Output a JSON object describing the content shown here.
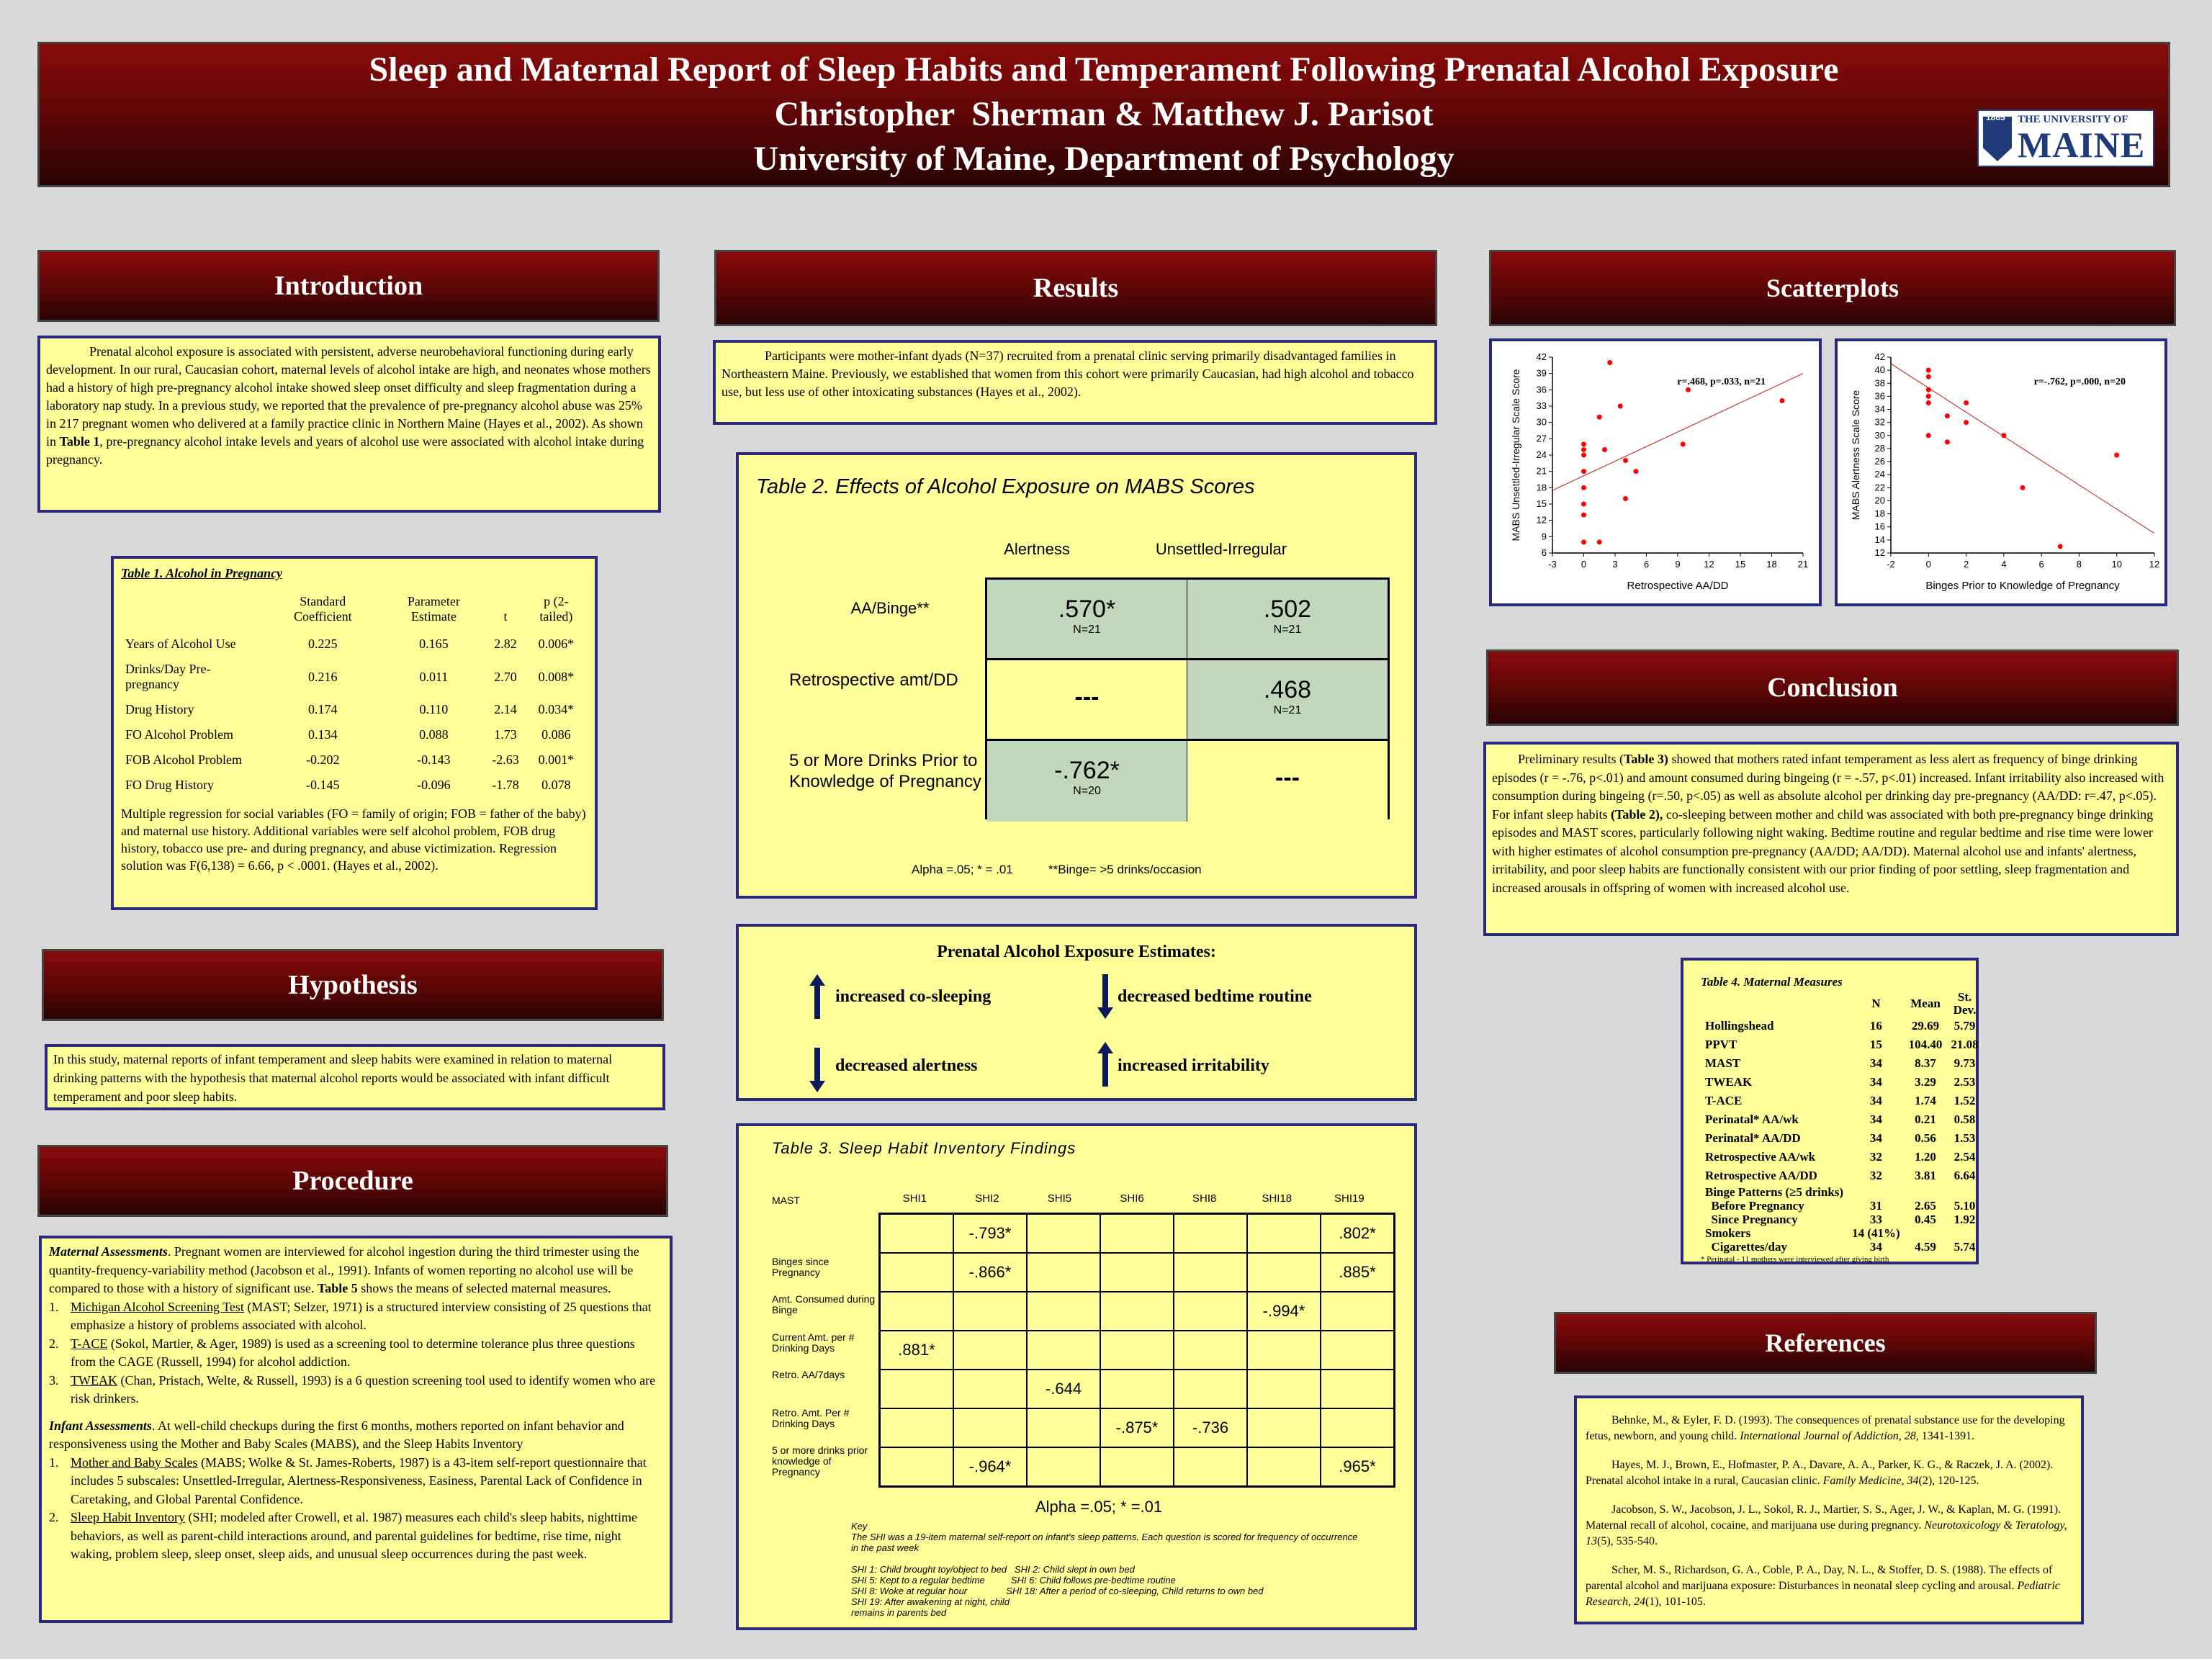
{
  "header": {
    "title": "Sleep and Maternal Report of Sleep Habits and Temperament Following Prenatal Alcohol Exposure",
    "authors": "Christopher  Sherman & Matthew J. Parisot",
    "affiliation": "University of Maine, Department of Psychology",
    "logo_year": "1865",
    "logo_top": "THE UNIVERSITY OF",
    "logo_main": "MAINE"
  },
  "sections": {
    "intro": "Introduction",
    "hypothesis": "Hypothesis",
    "procedure": "Procedure",
    "results": "Results",
    "scatter": "Scatterplots",
    "conclusion": "Conclusion",
    "references": "References"
  },
  "intro": {
    "p1": "Prenatal alcohol exposure is associated with persistent, adverse neurobehavioral functioning during early development. In our rural, Caucasian cohort, maternal levels of alcohol intake are high, and neonates whose mothers had a history of high pre-pregnancy alcohol intake showed sleep onset difficulty and sleep fragmentation during a laboratory nap study.  In a previous study, we reported that the prevalence of pre-pregnancy alcohol abuse was 25% in 217 pregnant women who delivered at a family practice clinic in Northern Maine (Hayes et al., 2002). As shown in ",
    "p1_bold": "Table 1",
    "p1_end": ", pre-pregnancy alcohol intake levels and years of alcohol use were associated with alcohol intake during pregnancy."
  },
  "table1": {
    "title": "Table 1. Alcohol in Pregnancy",
    "headers": [
      "",
      "Standard Coefficient",
      "Parameter Estimate",
      "t",
      "p (2-tailed)"
    ],
    "rows": [
      [
        "Years of Alcohol Use",
        "0.225",
        "0.165",
        "2.82",
        "0.006*"
      ],
      [
        "Drinks/Day Pre-pregnancy",
        "0.216",
        "0.011",
        "2.70",
        "0.008*"
      ],
      [
        "Drug History",
        "0.174",
        "0.110",
        "2.14",
        "0.034*"
      ],
      [
        "FO Alcohol Problem",
        "0.134",
        "0.088",
        "1.73",
        "0.086"
      ],
      [
        "FOB Alcohol Problem",
        "-0.202",
        "-0.143",
        "-2.63",
        "0.001*"
      ],
      [
        "FO Drug History",
        "-0.145",
        "-0.096",
        "-1.78",
        "0.078"
      ]
    ],
    "note": "Multiple regression for social variables (FO = family of origin; FOB = father of the baby) and maternal use history.  Additional variables were self alcohol problem, FOB drug history, tobacco use pre- and during pregnancy, and abuse victimization.  Regression solution was F(6,138) = 6.66, p < .0001. (Hayes et al., 2002)."
  },
  "hypothesis": "In this study, maternal reports of infant temperament and sleep habits were examined in relation to maternal drinking patterns with the hypothesis that maternal alcohol reports would be associated with infant difficult temperament and poor sleep habits.",
  "procedure": {
    "ma_head": "Maternal Assessments",
    "ma_text": ".  Pregnant women are interviewed for alcohol ingestion during the third trimester using the quantity-frequency-variability method (Jacobson et al., 1991). Infants of women reporting no alcohol use will be compared to those with a history of significant use.  ",
    "ma_bold": "Table 5",
    "ma_end": " shows the means of selected maternal measures.",
    "items1": [
      {
        "n": "1.",
        "u": "Michigan Alcohol Screening Test",
        "t": " (MAST; Selzer, 1971) is a structured interview consisting of 25 questions that emphasize a history of problems associated with alcohol."
      },
      {
        "n": "2.",
        "u": "T-ACE",
        "t": " (Sokol, Martier, & Ager, 1989) is used as a screening tool to determine tolerance plus three questions from the CAGE (Russell, 1994) for alcohol addiction."
      },
      {
        "n": "3.",
        "u": "TWEAK",
        "t": " (Chan, Pristach, Welte, & Russell, 1993) is a 6 question screening tool used to identify women who are risk drinkers."
      }
    ],
    "ia_head": "Infant Assessments",
    "ia_text": ".  At well-child checkups during the first 6 months, mothers reported on infant behavior and responsiveness using the Mother and Baby Scales (MABS), and the Sleep Habits Inventory",
    "items2": [
      {
        "n": "1.",
        "u": "Mother and Baby Scales",
        "t": " (MABS; Wolke & St. James-Roberts, 1987) is a 43-item self-report questionnaire that includes 5 subscales: Unsettled-Irregular, Alertness-Responsiveness, Easiness, Parental Lack of Confidence in Caretaking, and Global Parental Confidence."
      },
      {
        "n": "2.",
        "u": "Sleep Habit Inventory",
        "t": " (SHI; modeled after Crowell, et al. 1987) measures each child's sleep habits, nighttime behaviors, as well as parent-child interactions around, and parental guidelines for bedtime, rise time, night waking, problem sleep, sleep onset, sleep aids, and unusual sleep occurrences during the past week."
      }
    ]
  },
  "results": "Participants were mother-infant dyads (N=37) recruited from a prenatal clinic serving primarily disadvantaged families in Northeastern Maine.  Previously, we established that women from this cohort were primarily Caucasian, had high alcohol and tobacco use, but less use of other intoxicating substances (Hayes et al., 2002).",
  "table2": {
    "title": "Table 2. Effects of Alcohol Exposure on MABS Scores",
    "cols": [
      "Alertness",
      "Unsettled-Irregular"
    ],
    "rows": [
      {
        "label": "AA/Binge**",
        "c1": ".570*",
        "c1n": "N=21",
        "c2": ".502",
        "c2n": "N=21"
      },
      {
        "label": "Retrospective amt/DD",
        "c1": "---",
        "c1n": "",
        "c2": ".468",
        "c2n": "N=21"
      },
      {
        "label": "5 or More Drinks Prior to Knowledge of Pregnancy",
        "c1": "-.762*",
        "c1n": "N=20",
        "c2": "---",
        "c2n": ""
      }
    ],
    "footnote_a": "Alpha =.05; * = .01",
    "footnote_b": "**Binge= >5 drinks/occasion"
  },
  "estimates": {
    "title": "Prenatal Alcohol Exposure Estimates:",
    "items": [
      "increased co-sleeping",
      "decreased bedtime routine",
      "decreased alertness",
      "increased irritability"
    ]
  },
  "table3": {
    "title": "Table 3. Sleep Habit Inventory Findings",
    "cols": [
      "SHI1",
      "SHI2",
      "SHI5",
      "SHI6",
      "SHI8",
      "SHI18",
      "SHI19"
    ],
    "rows": [
      {
        "label": "MAST",
        "cells": [
          "",
          "-.793*",
          "",
          "",
          "",
          "",
          ".802*"
        ]
      },
      {
        "label": "Binges since Pregnancy",
        "cells": [
          "",
          "-.866*",
          "",
          "",
          "",
          "",
          ".885*"
        ]
      },
      {
        "label": "Amt. Consumed during Binge",
        "cells": [
          "",
          "",
          "",
          "",
          "",
          "-.994*",
          ""
        ]
      },
      {
        "label": "Current Amt. per # Drinking Days",
        "cells": [
          ".881*",
          "",
          "",
          "",
          "",
          "",
          ""
        ]
      },
      {
        "label": "Retro. AA/7days",
        "cells": [
          "",
          "",
          "-.644",
          "",
          "",
          "",
          ""
        ]
      },
      {
        "label": "Retro. Amt. Per # Drinking Days",
        "cells": [
          "",
          "",
          "",
          "-.875*",
          "-.736",
          "",
          ""
        ]
      },
      {
        "label": "5 or more drinks prior knowledge of Pregnancy",
        "cells": [
          "",
          "-.964*",
          "",
          "",
          "",
          "",
          ".965*"
        ]
      }
    ],
    "alpha": "Alpha =.05; * =.01",
    "key": "Key\nThe SHI was a 19-item maternal self-report on infant's sleep patterns. Each question is scored for frequency of occurrence\nin the past week\n\nSHI 1: Child brought toy/object to bed   SHI 2: Child slept in own bed\nSHI 5: Kept to a regular bedtime          SHI 6: Child follows pre-bedtime routine\nSHI 8: Woke at regular hour               SHI 18: After a period of co-sleeping, Child returns to own bed\nSHI 19: After awakening at night, child\nremains in parents bed"
  },
  "chart_data": [
    {
      "type": "scatter",
      "title": "",
      "annotation": "r=.468, p=.033, n=21",
      "xlabel": "Retrospective AA/DD",
      "ylabel": "MABS Unsettled-Irregular Scale Score",
      "xlim": [
        -3,
        21
      ],
      "ylim": [
        6,
        42
      ],
      "xticks": [
        -3,
        0,
        3,
        6,
        9,
        12,
        15,
        18,
        21
      ],
      "yticks": [
        6,
        9,
        12,
        15,
        18,
        21,
        24,
        27,
        30,
        33,
        36,
        39,
        42
      ],
      "trendline": [
        [
          -3,
          17.5
        ],
        [
          21,
          39
        ]
      ],
      "points": [
        [
          0,
          8
        ],
        [
          0,
          13
        ],
        [
          0,
          15
        ],
        [
          0,
          18
        ],
        [
          0,
          21
        ],
        [
          0,
          24
        ],
        [
          0,
          25
        ],
        [
          0,
          26
        ],
        [
          1.5,
          8
        ],
        [
          1.5,
          31
        ],
        [
          2,
          25
        ],
        [
          2.5,
          41
        ],
        [
          3.5,
          33
        ],
        [
          4,
          16
        ],
        [
          4,
          23
        ],
        [
          5,
          21
        ],
        [
          9.5,
          26
        ],
        [
          10,
          36
        ],
        [
          19,
          34
        ]
      ]
    },
    {
      "type": "scatter",
      "title": "",
      "annotation": "r=-.762, p=.000, n=20",
      "xlabel": "Binges Prior to Knowledge of Pregnancy",
      "ylabel": "MABS Alertness Scale Score",
      "xlim": [
        -2,
        12
      ],
      "ylim": [
        12,
        42
      ],
      "xticks": [
        -2,
        0,
        2,
        4,
        6,
        8,
        10,
        12
      ],
      "yticks": [
        12,
        14,
        16,
        18,
        20,
        22,
        24,
        26,
        28,
        30,
        32,
        34,
        36,
        38,
        40,
        42
      ],
      "trendline": [
        [
          -2,
          41
        ],
        [
          12,
          15
        ]
      ],
      "points": [
        [
          0,
          40
        ],
        [
          0,
          39
        ],
        [
          0,
          37
        ],
        [
          0,
          36
        ],
        [
          0,
          35
        ],
        [
          0,
          30
        ],
        [
          1,
          33
        ],
        [
          1,
          29
        ],
        [
          2,
          35
        ],
        [
          2,
          32
        ],
        [
          4,
          30
        ],
        [
          5,
          22
        ],
        [
          7,
          13
        ],
        [
          10,
          27
        ]
      ]
    }
  ],
  "conclusion": {
    "a": "Preliminary results (",
    "b1": "Table 3)",
    "c": " showed that mothers rated infant temperament as less alert as frequency of binge drinking episodes (r = -.76, p<.01) and amount consumed during bingeing (r = -.57, p<.01) increased.  Infant irritability also increased with consumption during bingeing (r=.50, p<.05) as well as absolute alcohol per drinking day pre-pregnancy (AA/DD: r=.47, p<.05).  For infant sleep habits ",
    "b2": "(Table 2),",
    "d": " co-sleeping between mother and child was associated with both pre-pregnancy binge drinking episodes and MAST scores, particularly following night waking.  Bedtime routine and regular bedtime and rise time were lower with higher estimates of alcohol consumption pre-pregnancy (AA/DD; AA/DD). Maternal alcohol use and infants' alertness, irritability, and poor sleep habits are functionally consistent with our prior finding of poor settling, sleep fragmentation and increased arousals in offspring of women with increased alcohol use."
  },
  "table4": {
    "title": "Table 4. Maternal Measures",
    "headers": [
      "",
      "N",
      "Mean",
      "St. Dev."
    ],
    "rows": [
      [
        "Hollingshead",
        "16",
        "29.69",
        "5.79"
      ],
      [
        "PPVT",
        "15",
        "104.40",
        "21.08"
      ],
      [
        "MAST",
        "34",
        "8.37",
        "9.73"
      ],
      [
        "TWEAK",
        "34",
        "3.29",
        "2.53"
      ],
      [
        "T-ACE",
        "34",
        "1.74",
        "1.52"
      ],
      [
        "Perinatal* AA/wk",
        "34",
        "0.21",
        "0.58"
      ],
      [
        "Perinatal* AA/DD",
        "34",
        "0.56",
        "1.53"
      ],
      [
        "Retrospective AA/wk",
        "32",
        "1.20",
        "2.54"
      ],
      [
        "Retrospective AA/DD",
        "32",
        "3.81",
        "6.64"
      ],
      [
        "Binge Patterns (≥5 drinks)",
        "",
        "",
        ""
      ],
      [
        "  Before Pregnancy",
        "31",
        "2.65",
        "5.10"
      ],
      [
        "  Since Pregnancy",
        "33",
        "0.45",
        "1.92"
      ],
      [
        "Smokers",
        "14 (41%)",
        "",
        ""
      ],
      [
        "  Cigarettes/day",
        "34",
        "4.59",
        "5.74"
      ]
    ],
    "note": "* Perinatal - 11 mothers were interviewed after giving birth"
  },
  "references": [
    {
      "a": "Behnke, M., & Eyler, F. D. (1993).  The consequences of prenatal substance use for the developing fetus, newborn, and young child. ",
      "i": "International Journal of Addiction, 28",
      "b": ", 1341-1391."
    },
    {
      "a": "Hayes, M. J., Brown, E., Hofmaster, P. A., Davare, A. A., Parker, K. G., & Raczek, J. A. (2002).  Prenatal alcohol intake in a rural, Caucasian clinic. ",
      "i": "Family Medicine, 34",
      "b": "(2), 120-125."
    },
    {
      "a": "Jacobson, S. W., Jacobson, J. L., Sokol, R. J., Martier, S. S., Ager, J. W., & Kaplan, M. G. (1991).  Maternal recall of alcohol, cocaine, and marijuana use during pregnancy. ",
      "i": "Neurotoxicology & Teratology, 13",
      "b": "(5), 535-540."
    },
    {
      "a": "Scher, M. S., Richardson, G. A., Coble, P. A., Day, N. L., & Stoffer, D. S. (1988).  The effects of parental alcohol and marijuana exposure:  Disturbances in neonatal sleep cycling and arousal.  ",
      "i": "Pediatric Research, 24",
      "b": "(1), 101-105."
    }
  ],
  "colors": {
    "header": "#6e0808",
    "panel": "#ffff99",
    "border": "#2a2a7a",
    "green": "#c2d6bc",
    "points": "#ff0000",
    "arrow": "#0a1a5c"
  }
}
